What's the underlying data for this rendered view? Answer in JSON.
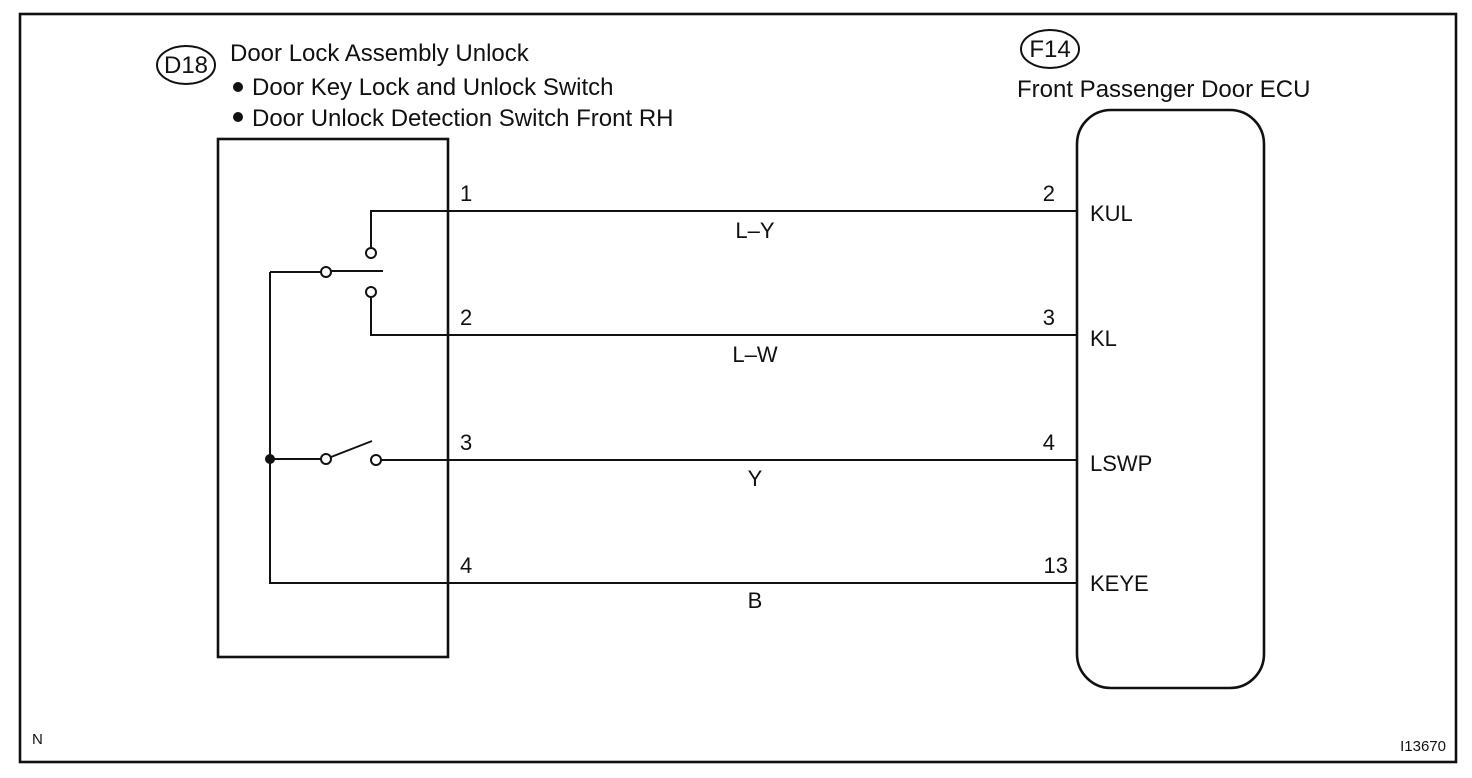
{
  "left_component": {
    "code": "D18",
    "title": "Door Lock Assembly Unlock",
    "bullets": [
      "Door Key Lock and Unlock Switch",
      "Door Unlock Detection Switch Front RH"
    ]
  },
  "right_component": {
    "code": "F14",
    "title": "Front Passenger Door ECU"
  },
  "wires": [
    {
      "left_pin": "1",
      "right_pin": "2",
      "color": "L–Y",
      "terminal": "KUL"
    },
    {
      "left_pin": "2",
      "right_pin": "3",
      "color": "L–W",
      "terminal": "KL"
    },
    {
      "left_pin": "3",
      "right_pin": "4",
      "color": "Y",
      "terminal": "LSWP"
    },
    {
      "left_pin": "4",
      "right_pin": "13",
      "color": "B",
      "terminal": "KEYE"
    }
  ],
  "corner_left": "N",
  "corner_right": "I13670"
}
